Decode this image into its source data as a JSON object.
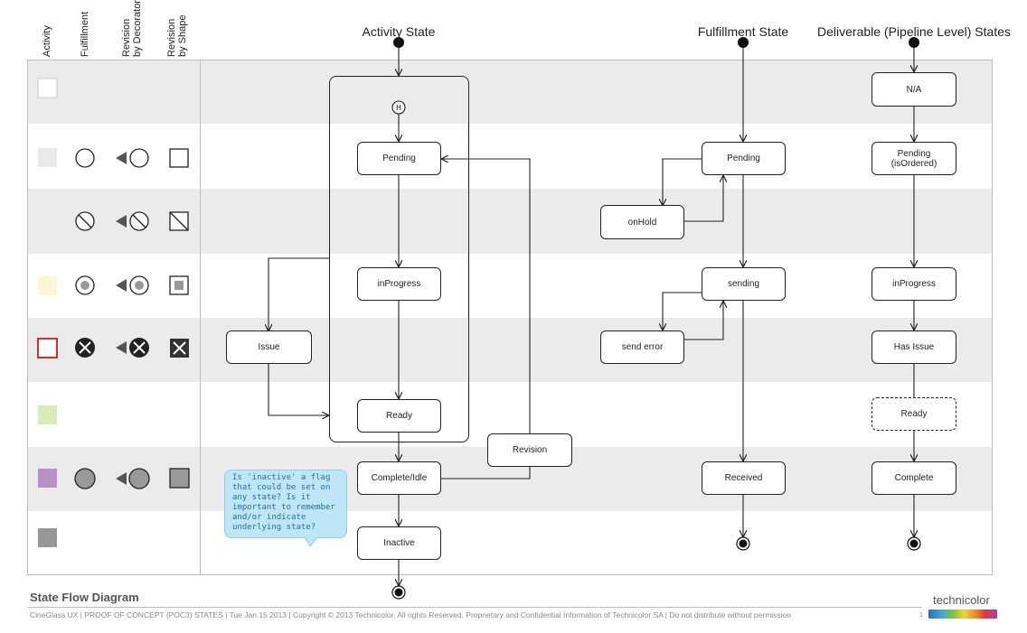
{
  "columns": {
    "activity": "Activity",
    "fulfillment": "Fulfillment",
    "revision_decorator": [
      "Revision",
      "by Decorator"
    ],
    "revision_shape": [
      "Revision",
      "by Shape"
    ]
  },
  "lanes": {
    "activity": "Activity State",
    "fulfillment": "Fulfillment State",
    "deliverable": "Deliverable (Pipeline Level) States"
  },
  "legend": {
    "swatch_colors": [
      "#ffffff",
      "#ebebeb",
      "",
      "#fbf7d4",
      "#ffffff",
      "#dceab8",
      "#b98fc6",
      "#979797"
    ],
    "swatch_border_red": "#d0312d"
  },
  "activity_states": {
    "history": "H",
    "pending": "Pending",
    "in_progress": "inProgress",
    "issue": "Issue",
    "ready": "Ready",
    "revision": "Revision",
    "complete_idle": "Complete/Idle",
    "inactive": "Inactive"
  },
  "fulfillment_states": {
    "pending": "Pending",
    "on_hold": "onHold",
    "sending": "sending",
    "send_error": "send error",
    "received": "Received"
  },
  "deliverable_states": {
    "na": "N/A",
    "pending_line1": "Pending",
    "pending_line2": "(isOrdered)",
    "in_progress": "inProgress",
    "has_issue": "Has Issue",
    "ready": "Ready",
    "complete": "Complete"
  },
  "note": "Is 'inactive' a flag that could be set on any state? Is it important to remember and/or indicate underlying state?",
  "footer": {
    "title": "State Flow Diagram",
    "text": "CineGlass UX | PROOF OF CONCEPT (POC3) STATES | Tue Jan 15 2013 | Copyright © 2013 Technicolor. All rights Reserved. Proprietary and Confidential Information of Technicolor SA | Do not distribute without permission",
    "page": "1",
    "brand": "technicolor"
  }
}
